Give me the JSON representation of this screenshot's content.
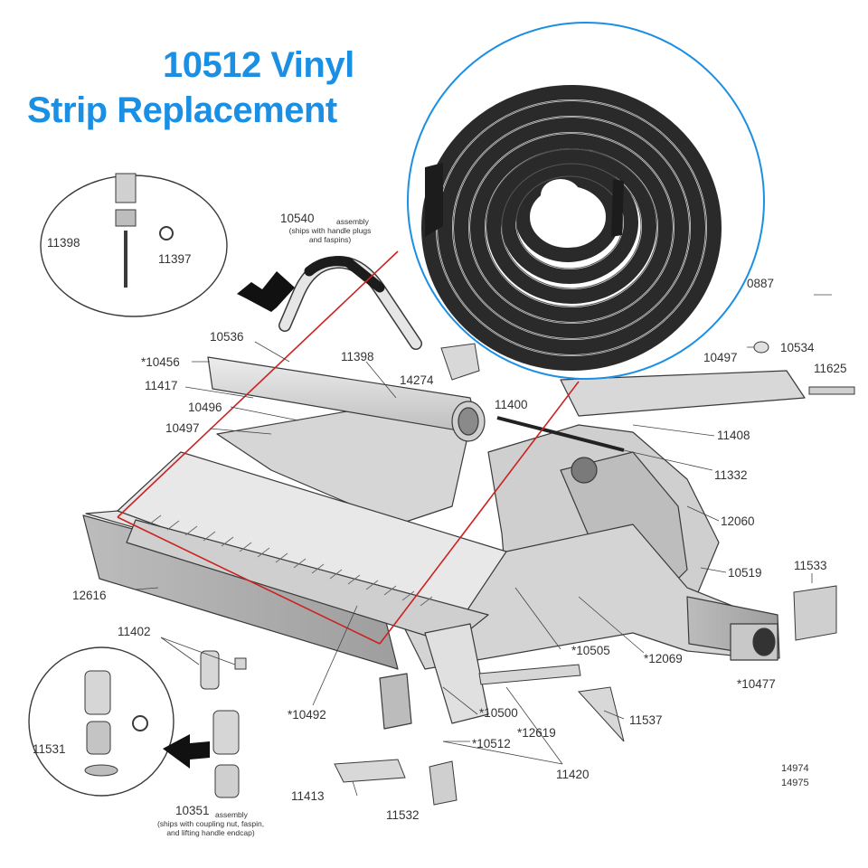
{
  "title": {
    "line1": "10512 Vinyl",
    "line2": "Strip Replacement"
  },
  "colors": {
    "title": "#1a8fe3",
    "callout_ring": "#1a8fe3",
    "highlight_line": "#cc2222",
    "strip": "#2a2a2a",
    "part_gray": "#d9d9d9",
    "outline": "#3a3a3a"
  },
  "parts": {
    "p10540": "10540",
    "p10540_note_1": "assembly",
    "p10540_note_2": "(ships with handle plugs",
    "p10540_note_3": "and faspins)",
    "p11398_top": "11398",
    "p11397": "11397",
    "p0887": "0887",
    "p10536": "10536",
    "p10456": "*10456",
    "p11398": "11398",
    "p14274": "14274",
    "p10497_right": "10497",
    "p10534": "10534",
    "p11625": "11625",
    "p11417": "11417",
    "p11400": "11400",
    "p10496": "10496",
    "p10497_left": "10497",
    "p11408": "11408",
    "p11332": "11332",
    "p12060": "12060",
    "p10519": "10519",
    "p11533": "11533",
    "p12616": "12616",
    "p11402": "11402",
    "p10505": "*10505",
    "p12069": "*12069",
    "p10477": "*10477",
    "p10492": "*10492",
    "p10500": "*10500",
    "p12619": "*12619",
    "p10512": "*10512",
    "p11537": "11537",
    "p11531": "11531",
    "p11420": "11420",
    "p14974": "14974",
    "p14975": "14975",
    "p11413": "11413",
    "p11532": "11532",
    "p10351": "10351",
    "p10351_note_1": "assembly",
    "p10351_note_2": "(ships with coupling nut, faspin,",
    "p10351_note_3": "and lifting handle endcap)"
  }
}
